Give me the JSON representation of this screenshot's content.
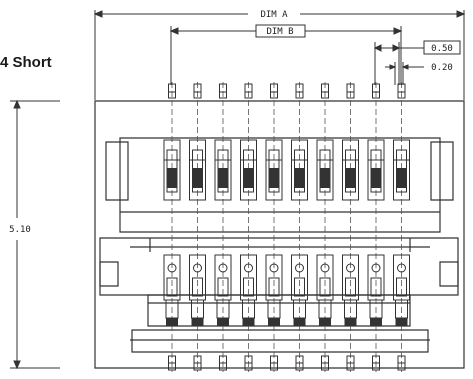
{
  "caption": "4 Short",
  "dimensions": {
    "dim_a": "DIM A",
    "dim_b": "DIM B",
    "pitch": "0.50",
    "pin_width": "0.20",
    "height": "5.10"
  },
  "pin_count_per_row": 10,
  "colors": {
    "line": "#333333",
    "dash": "#555555",
    "paper": "#ffffff"
  }
}
